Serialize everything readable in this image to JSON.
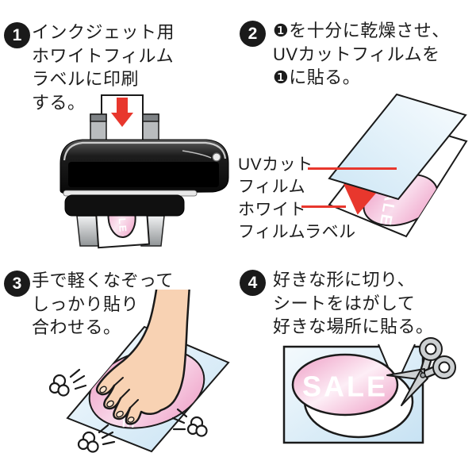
{
  "page": {
    "background": "#ffffff",
    "kind": "film-label-printing-instructions"
  },
  "steps": [
    {
      "number": "1",
      "lines": [
        "インクジェット用",
        "ホワイトフィルム",
        "ラベルに印刷",
        "する。"
      ]
    },
    {
      "number": "2",
      "lines": [
        "❶を十分に乾燥させ、",
        "UVカットフィルムを",
        "❶に貼る。"
      ]
    },
    {
      "number": "3",
      "lines": [
        "手で軽くなぞって",
        "しっかり貼り",
        "合わせる。"
      ]
    },
    {
      "number": "4",
      "lines": [
        "好きな形に切り、",
        "シートをはがして",
        "好きな場所に貼る。"
      ]
    }
  ],
  "annotations": {
    "uv_film_line1": "UVカット",
    "uv_film_line2": "フィルム",
    "white_film_line1": "ホワイト",
    "white_film_line2": "フィルムラベル"
  },
  "sticker_text": "SALE",
  "colors": {
    "accent_red": "#e8372d",
    "label_pink": "#ef9ec6",
    "label_pink_highlight": "#fdeef6",
    "sheet_blue": "#cde6f5",
    "skin": "#f8d2b3",
    "scissors_gray": "#cdd0d2",
    "outline_black": "#1a1a1a"
  }
}
